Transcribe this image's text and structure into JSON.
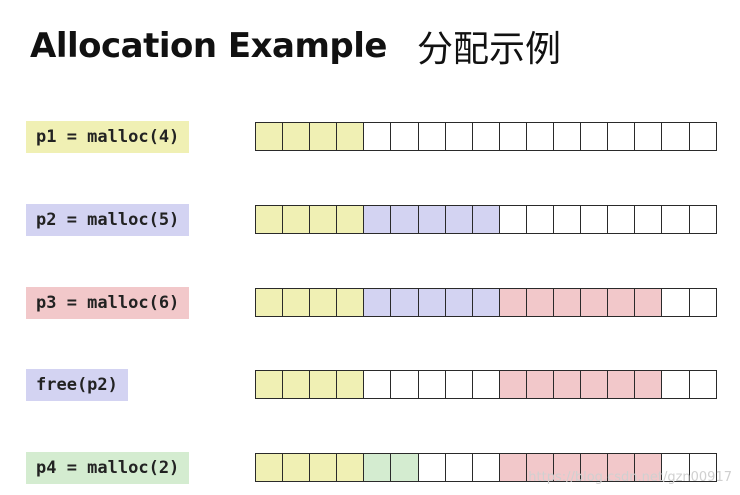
{
  "title": {
    "english": "Allocation Example",
    "chinese": "分配示例"
  },
  "colors": {
    "p1": "#f0f0b4",
    "p2": "#d3d3f2",
    "p3": "#f2c8ca",
    "p4": "#d4ecd0",
    "free": "#ffffff"
  },
  "rows": [
    {
      "call": "p1 = malloc(4)",
      "label_color": "p1",
      "cells": [
        "p1",
        "p1",
        "p1",
        "p1",
        "free",
        "free",
        "free",
        "free",
        "free",
        "free",
        "free",
        "free",
        "free",
        "free",
        "free",
        "free",
        "free"
      ]
    },
    {
      "call": "p2 = malloc(5)",
      "label_color": "p2",
      "cells": [
        "p1",
        "p1",
        "p1",
        "p1",
        "p2",
        "p2",
        "p2",
        "p2",
        "p2",
        "free",
        "free",
        "free",
        "free",
        "free",
        "free",
        "free",
        "free"
      ]
    },
    {
      "call": "p3 = malloc(6)",
      "label_color": "p3",
      "cells": [
        "p1",
        "p1",
        "p1",
        "p1",
        "p2",
        "p2",
        "p2",
        "p2",
        "p2",
        "p3",
        "p3",
        "p3",
        "p3",
        "p3",
        "p3",
        "free",
        "free"
      ]
    },
    {
      "call": "free(p2)",
      "label_color": "p2",
      "cells": [
        "p1",
        "p1",
        "p1",
        "p1",
        "free",
        "free",
        "free",
        "free",
        "free",
        "p3",
        "p3",
        "p3",
        "p3",
        "p3",
        "p3",
        "free",
        "free"
      ]
    },
    {
      "call": "p4 = malloc(2)",
      "label_color": "p4",
      "cells": [
        "p1",
        "p1",
        "p1",
        "p1",
        "p4",
        "p4",
        "free",
        "free",
        "free",
        "p3",
        "p3",
        "p3",
        "p3",
        "p3",
        "p3",
        "free",
        "free"
      ]
    }
  ],
  "watermark": "https://blog.csdn.net/gzn00917"
}
